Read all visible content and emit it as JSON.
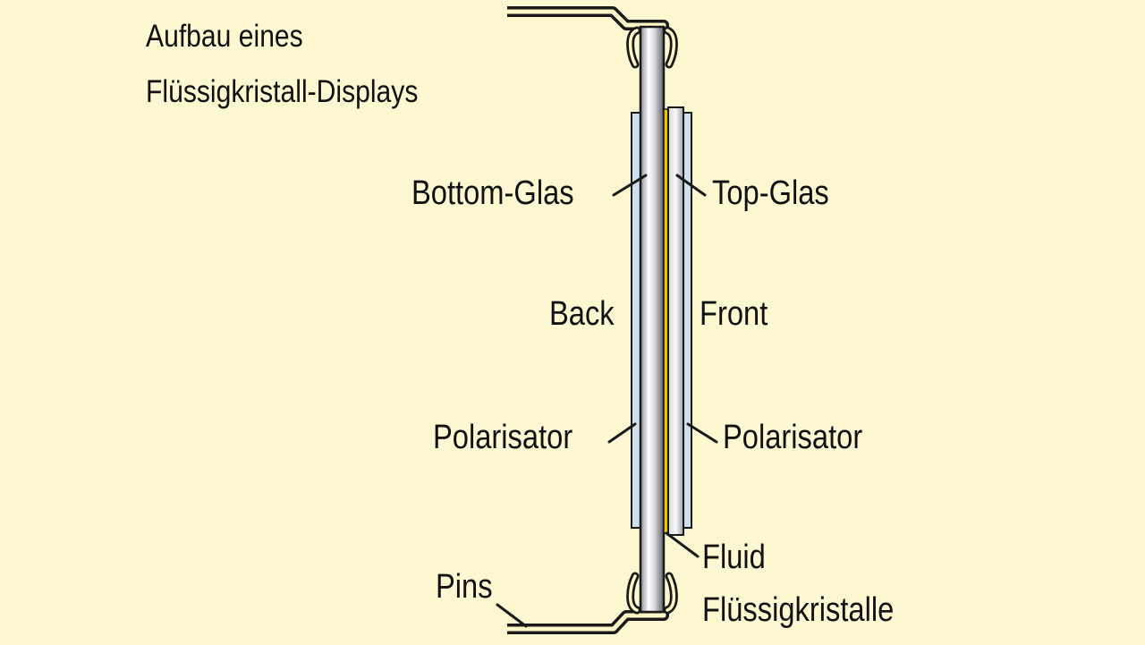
{
  "title": {
    "line1": "Aufbau eines",
    "line2": "Flüssigkristall-Displays"
  },
  "labels": {
    "bottom_glas": "Bottom-Glas",
    "top_glas": "Top-Glas",
    "back": "Back",
    "front": "Front",
    "polarisator_back": "Polarisator",
    "polarisator_front": "Polarisator",
    "pins": "Pins",
    "fluid": "Fluid",
    "fluessigkristalle": "Flüssigkristalle"
  },
  "colors": {
    "background": "#fdf8d2",
    "glass_light": "#f4f5f7",
    "glass_dark": "#6f7278",
    "polarizer": "#cfe0ec",
    "liquid_crystal": "#f2c400",
    "outline": "#1a1a1a"
  }
}
